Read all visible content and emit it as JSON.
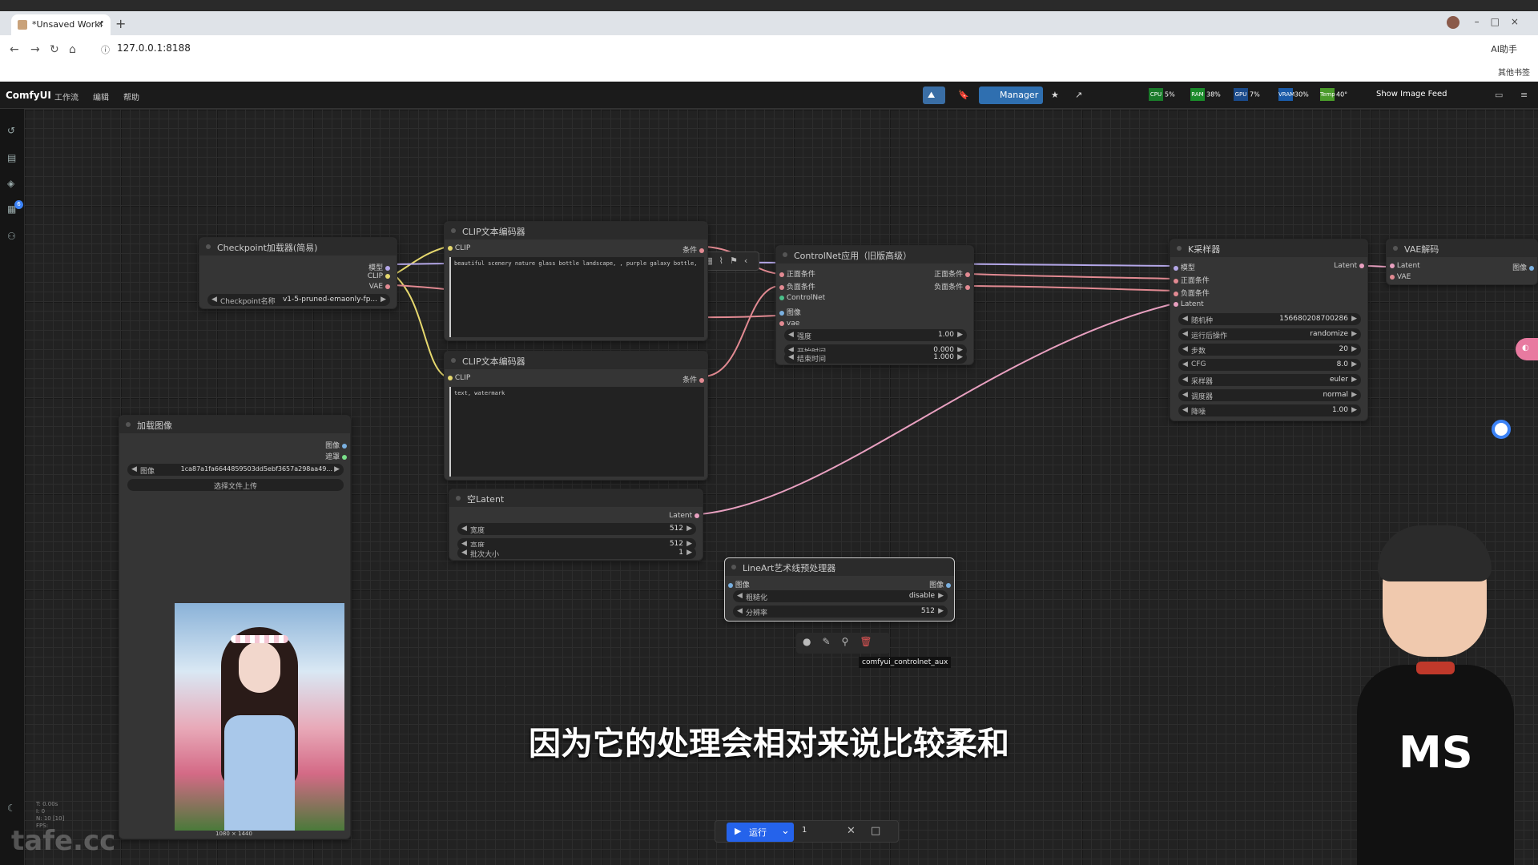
{
  "browser": {
    "tab_title": "*Unsaved Workf",
    "tab_close": "×",
    "new_tab": "+",
    "url": "127.0.0.1:8188",
    "other_bookmarks": "其他书签",
    "profile_label": "AI助手"
  },
  "app": {
    "name": "ComfyUI",
    "menus": [
      "工作流",
      "编辑",
      "帮助"
    ],
    "status": "idle",
    "manager_label": "Manager",
    "show_image_feed": "Show Image Feed",
    "monitors": {
      "cpu": {
        "label": "CPU",
        "value": "5%"
      },
      "ram": {
        "label": "RAM",
        "value": "38%"
      },
      "gpu": {
        "label": "GPU",
        "value": "7%"
      },
      "vram": {
        "label": "VRAM",
        "value": "30%"
      },
      "temp": {
        "label": "Temp",
        "value": "40°"
      }
    },
    "sidebar_badge": "6"
  },
  "colors": {
    "accent": "#2563eb",
    "clip_wire": "#e6d86e",
    "cond_wire": "#e28a92",
    "latent_wire": "#e8a0c0",
    "model_wire": "#b4a7e8"
  },
  "nodes": {
    "checkpoint": {
      "title": "Checkpoint加载器(简易)",
      "out_model": "模型",
      "out_clip": "CLIP",
      "out_vae": "VAE",
      "w_ckpt": "Checkpoint名称",
      "w_ckpt_val": "v1-5-pruned-emaonly-fp..."
    },
    "clip_pos": {
      "title": "CLIP文本编码器",
      "in_clip": "CLIP",
      "out_cond": "条件",
      "text": "beautiful scenery nature glass bottle landscape, , purple galaxy bottle,"
    },
    "clip_neg": {
      "title": "CLIP文本编码器",
      "in_clip": "CLIP",
      "out_cond": "条件",
      "text": "text, watermark"
    },
    "controlnet": {
      "title": "ControlNet应用（旧版高级）",
      "in_pos": "正面条件",
      "in_neg": "负面条件",
      "in_cn": "ControlNet",
      "in_img": "图像",
      "in_vae": "vae",
      "out_pos": "正面条件",
      "out_neg": "负面条件",
      "w_strength": "强度",
      "w_strength_val": "1.00",
      "w_start": "开始时间",
      "w_start_val": "0.000",
      "w_end": "结束时间",
      "w_end_val": "1.000"
    },
    "ksampler": {
      "title": "K采样器",
      "in_model": "模型",
      "in_pos": "正面条件",
      "in_neg": "负面条件",
      "in_latent": "Latent",
      "out_latent": "Latent",
      "widgets": [
        {
          "label": "随机种",
          "value": "156680208700286"
        },
        {
          "label": "运行后操作",
          "value": "randomize"
        },
        {
          "label": "步数",
          "value": "20"
        },
        {
          "label": "CFG",
          "value": "8.0"
        },
        {
          "label": "采样器",
          "value": "euler"
        },
        {
          "label": "调度器",
          "value": "normal"
        },
        {
          "label": "降噪",
          "value": "1.00"
        }
      ]
    },
    "vae_decode": {
      "title": "VAE解码",
      "in_latent": "Latent",
      "in_vae": "VAE",
      "out_image": "图像"
    },
    "load_image": {
      "title": "加载图像",
      "out_image": "图像",
      "out_mask": "遮罩",
      "w_image": "图像",
      "w_image_val": "1ca87a1fa6644859503dd5ebf3657a298aa49...",
      "upload": "选择文件上传",
      "size": "1080 × 1440"
    },
    "empty_latent": {
      "title": "空Latent",
      "out_latent": "Latent",
      "widgets": [
        {
          "label": "宽度",
          "value": "512"
        },
        {
          "label": "高度",
          "value": "512"
        },
        {
          "label": "批次大小",
          "value": "1"
        }
      ]
    },
    "lineart": {
      "title": "LineArt艺术线预处理器",
      "in_image": "图像",
      "out_image": "图像",
      "widgets": [
        {
          "label": "粗糙化",
          "value": "disable"
        },
        {
          "label": "分辨率",
          "value": "512"
        }
      ],
      "tooltip": "comfyui_controlnet_aux"
    }
  },
  "runbar": {
    "run_label": "运行",
    "count": "1"
  },
  "stats": [
    "T: 0.00s",
    "I: 0",
    "N: 10 [10]",
    "FPS:"
  ],
  "subtitle": "因为它的处理会相对来说比较柔和",
  "watermark": "tafe.cc",
  "avatar_shirt": "MS"
}
